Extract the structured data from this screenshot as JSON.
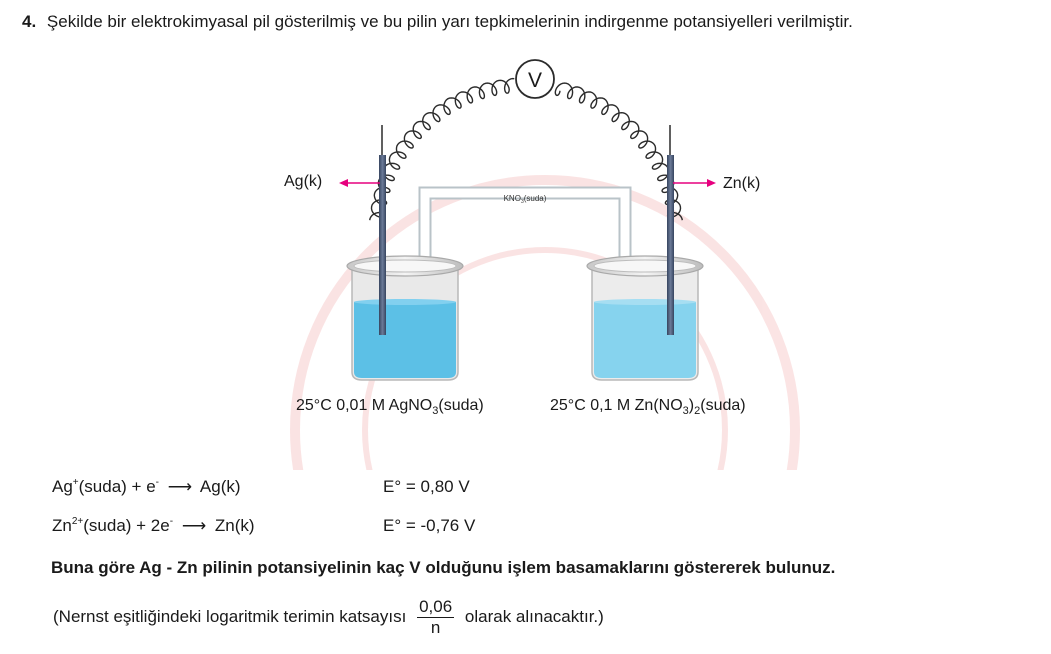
{
  "question": {
    "number": "4.",
    "intro": "Şekilde bir elektrokimyasal pil gösterilmiş ve bu pilin yarı tepkimelerinin indirgenme potansiyelleri verilmiştir."
  },
  "figure": {
    "voltmeter": "V",
    "salt_bridge": {
      "main": "KNO",
      "sub": "3",
      "tail": "(suda)"
    },
    "left_electrode": "Ag(k)",
    "right_electrode": "Zn(k)",
    "left_solution": {
      "pre": "25°C 0,01 M AgNO",
      "sub": "3",
      "post": "(suda)"
    },
    "right_solution": {
      "pre": "25°C 0,1 M Zn(NO",
      "sub1": "3",
      "mid": ")",
      "sub2": "2",
      "post": "(suda)"
    },
    "colors": {
      "solution_left": "#5cc0e6",
      "solution_right": "#86d3ee",
      "electrode": "#4a5a78",
      "arrow": "#e6007e"
    }
  },
  "reactions": [
    {
      "reactant": "Ag",
      "charge": "+",
      "rest": "(suda) + e",
      "e_sign": "-",
      "arrow": "⟶",
      "product": "Ag(k)",
      "potential": "E° = 0,80 V"
    },
    {
      "reactant": "Zn",
      "charge": "2+",
      "rest": "(suda) + 2e",
      "e_sign": "-",
      "arrow": "⟶",
      "product": "Zn(k)",
      "potential": "E° = -0,76 V"
    }
  ],
  "prompt": "Buna göre Ag - Zn pilinin potansiyelinin kaç V olduğunu işlem basamaklarını göstererek bulunuz.",
  "note": {
    "before": "(Nernst eşitliğindeki logaritmik terimin katsayısı",
    "numerator": "0,06",
    "denominator": "n",
    "after": "olarak alınacaktır.)"
  }
}
